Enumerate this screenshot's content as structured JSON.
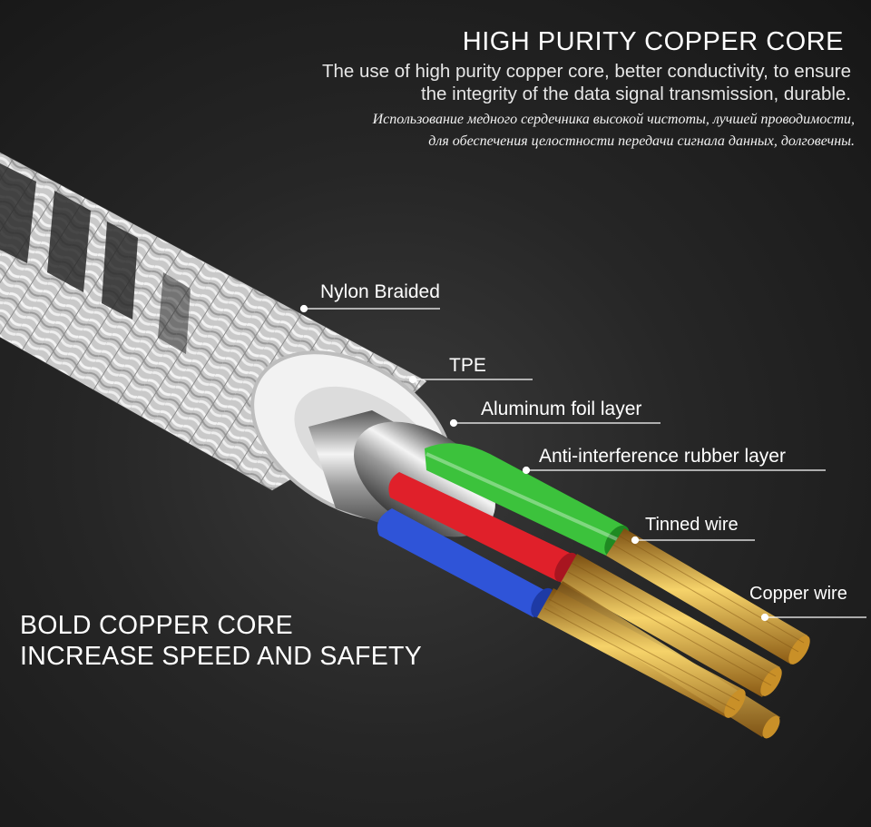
{
  "header": {
    "title": "HIGH PURITY COPPER CORE",
    "description_lines": [
      "The use of high purity copper core, better conductivity, to ensure",
      "the integrity of the data signal transmission, durable."
    ],
    "russian_lines": [
      "Использование медного сердечника высокой чистоты, лучшей проводимости,",
      "для обеспечения целостности передачи сигнала данных, долговечны."
    ]
  },
  "callouts": {
    "nylon": "Nylon Braided",
    "tpe": "TPE",
    "foil": "Aluminum foil layer",
    "anti": "Anti-interference rubber layer",
    "tinned": "Tinned wire",
    "copper": "Copper wire"
  },
  "tagline": {
    "line1": "BOLD COPPER CORE",
    "line2": "INCREASE SPEED AND SAFETY"
  },
  "colors": {
    "wire_green": "#3cc23c",
    "wire_red": "#e0202a",
    "wire_blue": "#2f54d8",
    "copper": "#d9a52e",
    "braid": "#d0d0d0"
  }
}
